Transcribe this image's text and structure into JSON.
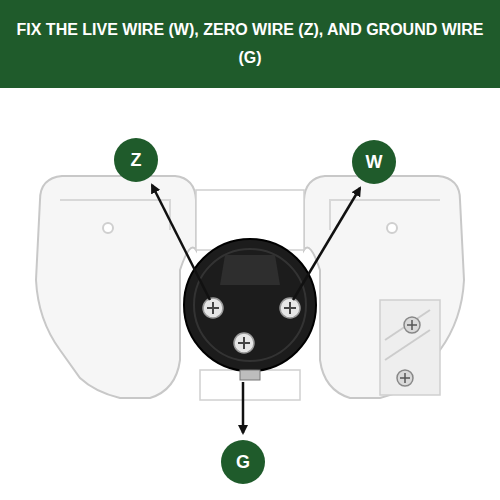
{
  "diagram": {
    "title": "FIX THE LIVE WIRE (W), ZERO WIRE (Z), AND GROUND WIRE (G)",
    "nodes": [
      {
        "text": [
          "Z"
        ]
      },
      {
        "text": [
          "W"
        ]
      },
      {
        "text": [
          "G"
        ]
      }
    ]
  }
}
